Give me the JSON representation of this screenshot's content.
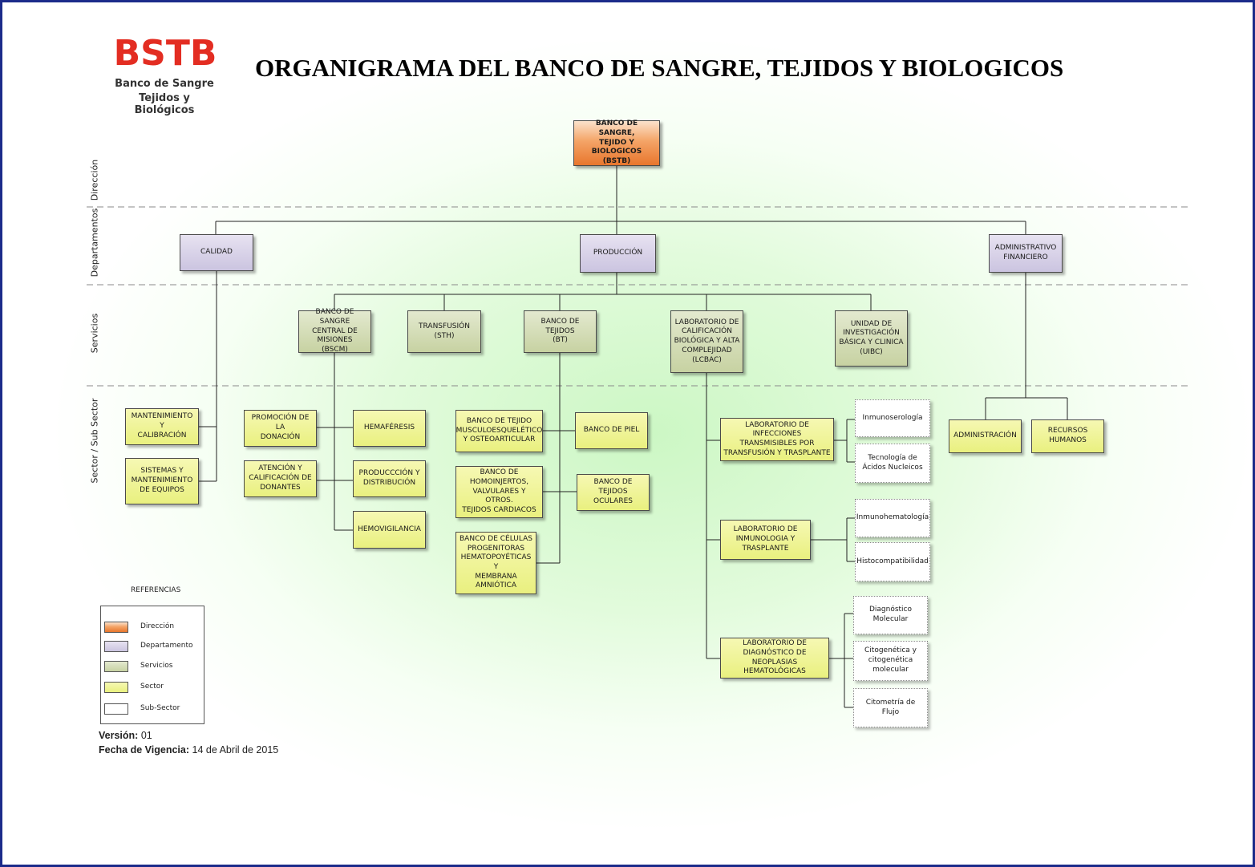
{
  "logo": {
    "mark": "BSTB",
    "line1": "Banco de Sangre",
    "line2": "Tejidos y Biológicos"
  },
  "title": "ORGANIGRAMA DEL BANCO DE SANGRE, TEJIDOS Y BIOLOGICOS",
  "levels": {
    "direccion": "Dirección",
    "departamentos": "Departamentos",
    "servicios": "Servicios",
    "sector": "Sector / Sub Sector"
  },
  "nodes": {
    "bstb": [
      "BANCO DE SANGRE,",
      "TEJIDO Y BIOLOGICOS",
      "(BSTB)"
    ],
    "calidad": [
      "CALIDAD"
    ],
    "produccion": [
      "PRODUCCIÓN"
    ],
    "admin_fin": [
      "ADMINISTRATIVO",
      "FINANCIERO"
    ],
    "bscm": [
      "BANCO DE SANGRE",
      "CENTRAL DE",
      "MISIONES",
      "(BSCM)"
    ],
    "sth": [
      "TRANSFUSIÓN",
      "(STH)"
    ],
    "bt": [
      "BANCO DE TEJIDOS",
      "(BT)"
    ],
    "lcbac": [
      "LABORATORIO DE",
      "CALIFICACIÓN",
      "BIOLÓGICA Y ALTA",
      "COMPLEJIDAD",
      "(LCBAC)"
    ],
    "uibc": [
      "UNIDAD DE",
      "INVESTIGACIÓN",
      "BÁSICA Y CLINICA",
      "(UIBC)"
    ],
    "mant_cal": [
      "MANTENIMIENTO Y",
      "CALIBRACIÓN"
    ],
    "sist_mant": [
      "SISTEMAS Y",
      "MANTENIMIENTO",
      "DE EQUIPOS"
    ],
    "promocion": [
      "PROMOCIÓN DE LA",
      "DONACIÓN"
    ],
    "atencion": [
      "ATENCIÓN Y",
      "CALIFICACIÓN DE",
      "DONANTES"
    ],
    "hemaferesis": [
      "HEMAFÉRESIS"
    ],
    "prod_dist": [
      "PRODUCCCIÓN Y",
      "DISTRIBUCIÓN"
    ],
    "hemovig": [
      "HEMOVIGILANCIA"
    ],
    "musculo": [
      "BANCO DE TEJIDO",
      "MUSCULOESQUELÉTICO",
      "Y OSTEOARTICULAR"
    ],
    "homoinj": [
      "BANCO DE",
      "HOMOINJERTOS,",
      "VALVULARES Y OTROS.",
      "TEJIDOS CARDIACOS"
    ],
    "celulas": [
      "BANCO DE CÉLULAS",
      "PROGENITORAS",
      "HEMATOPOYÉTICAS Y",
      "MEMBRANA",
      "AMNIÓTICA"
    ],
    "piel": [
      "BANCO DE PIEL"
    ],
    "oculares": [
      "BANCO DE TEJIDOS",
      "OCULARES"
    ],
    "lab_inf": [
      "LABORATORIO DE INFECCIONES",
      "TRANSMISIBLES POR",
      "TRANSFUSIÓN Y TRASPLANTE"
    ],
    "lab_inm": [
      "LABORATORIO DE",
      "INMUNOLOGIA Y",
      "TRASPLANTE"
    ],
    "lab_neo": [
      "LABORATORIO DE",
      "DIAGNÓSTICO DE NEOPLASIAS",
      "HEMATOLÓGICAS"
    ],
    "inmunoser": [
      "Inmunoserología"
    ],
    "tecnologia": [
      "Tecnología de",
      "Ácidos Nucleicos"
    ],
    "inmunohem": [
      "Inmunohematología"
    ],
    "histocomp": [
      "Histocompatibilidad"
    ],
    "diag_mol": [
      "Diagnóstico",
      "Molecular"
    ],
    "citogen": [
      "Citogenética y",
      "citogenética",
      "molecular"
    ],
    "citometria": [
      "Citometría de Flujo"
    ],
    "administracion": [
      "ADMINISTRACIÓN"
    ],
    "rrhh": [
      "RECURSOS",
      "HUMANOS"
    ]
  },
  "references": {
    "title": "REFERENCIAS",
    "items": [
      {
        "label": "Dirección",
        "kind": "dir"
      },
      {
        "label": "Departamento",
        "kind": "dept"
      },
      {
        "label": "Servicios",
        "kind": "serv"
      },
      {
        "label": "Sector",
        "kind": "sect"
      },
      {
        "label": "Sub-Sector",
        "kind": "sub"
      }
    ]
  },
  "meta": {
    "version_label": "Versión:",
    "version_value": "01",
    "date_label": "Fecha de Vigencia:",
    "date_value": "14 de Abril de 2015"
  },
  "colors": {
    "frame": "#1c2b8a",
    "logo_red": "#e32d22",
    "direccion": "#e8762d",
    "departamento": "#cbc4e0",
    "servicios": "#c7d2a2",
    "sector": "#e9f07f",
    "background_glow": "#ccf7c4"
  }
}
